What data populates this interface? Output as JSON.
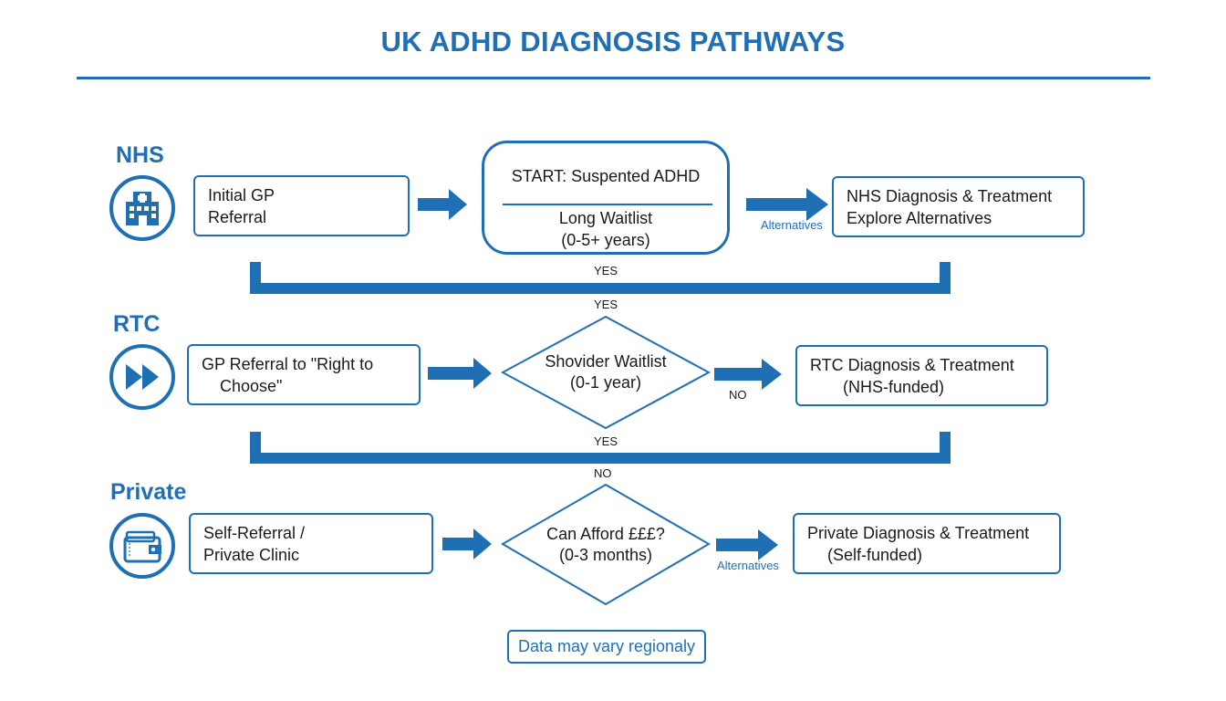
{
  "title": "UK ADHD DIAGNOSIS PATHWAYS",
  "colors": {
    "accent": "#1f6fb5",
    "text": "#1a1a1a",
    "background": "#ffffff"
  },
  "lanes": {
    "nhs": {
      "label": "NHS",
      "icon": "hospital-icon",
      "step1": [
        "Initial GP",
        "Referral"
      ],
      "start": {
        "title": "START: Suspented ADHD",
        "detail": [
          "Long Waitlist",
          "(0-5+ years)"
        ]
      },
      "arrow_label": "Alternatives",
      "outcome": [
        "NHS Diagnosis & Treatment",
        "Explore Alternatives"
      ]
    },
    "rtc": {
      "label": "RTC",
      "icon": "fast-forward-icon",
      "step1": [
        "GP Referral to \"Right to",
        "Choose\""
      ],
      "decision": [
        "Shovider Waitlist",
        "(0-1 year)"
      ],
      "arrow_label": "NO",
      "outcome": [
        "RTC Diagnosis & Treatment",
        "(NHS-funded)"
      ]
    },
    "private": {
      "label": "Private",
      "icon": "wallet-icon",
      "step1": [
        "Self-Referral /",
        "Private Clinic"
      ],
      "decision": [
        "Can Afford £££?",
        "(0-3 months)"
      ],
      "arrow_label": "Alternatives",
      "outcome": [
        "Private Diagnosis & Treatment",
        "(Self-funded)"
      ]
    }
  },
  "connectors": {
    "nhs_rtc_bracket": "YES",
    "rtc_decision_top": "YES",
    "rtc_private_bracket": "YES",
    "private_decision_top": "NO"
  },
  "footnote": "Data may vary regionaly"
}
